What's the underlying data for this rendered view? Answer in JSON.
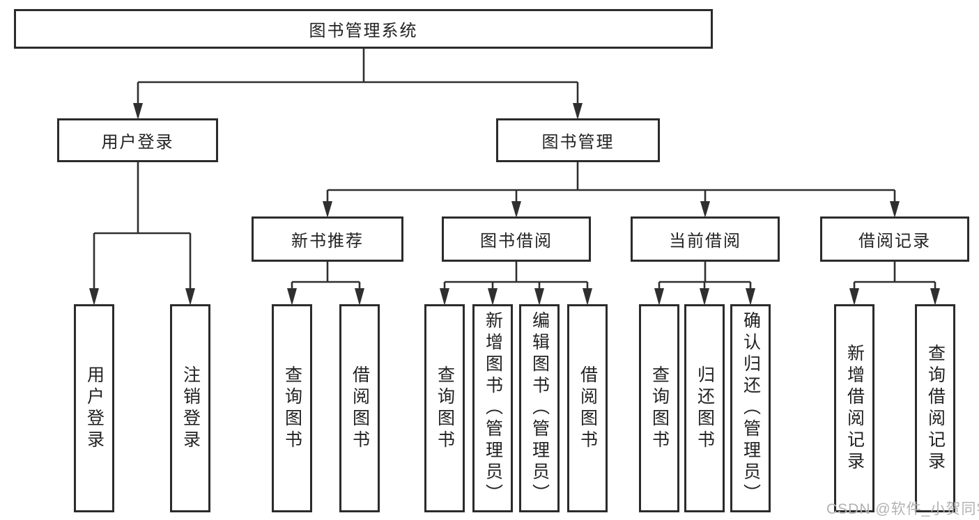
{
  "page": {
    "background": "#ffffff",
    "watermark": "CSDN @软件_小贺同学",
    "colors": {
      "line": "#2f2f2f",
      "box_border": "#2b2b2b",
      "box_fill": "#ffffff",
      "text": "#222222",
      "watermark": "#b2b2b2"
    }
  },
  "tree": {
    "label": "图书管理系统",
    "children": [
      {
        "label": "用户登录",
        "children": [
          {
            "label": "用户登录"
          },
          {
            "label": "注销登录"
          }
        ]
      },
      {
        "label": "图书管理",
        "children": [
          {
            "label": "新书推荐",
            "children": [
              {
                "label": "查询图书"
              },
              {
                "label": "借阅图书"
              }
            ]
          },
          {
            "label": "图书借阅",
            "children": [
              {
                "label": "查询图书"
              },
              {
                "label": "新增图书（管理员）"
              },
              {
                "label": "编辑图书（管理员）"
              },
              {
                "label": "借阅图书"
              }
            ]
          },
          {
            "label": "当前借阅",
            "children": [
              {
                "label": "查询图书"
              },
              {
                "label": "归还图书"
              },
              {
                "label": "确认归还（管理员）"
              }
            ]
          },
          {
            "label": "借阅记录",
            "children": [
              {
                "label": "新增借阅记录"
              },
              {
                "label": "查询借阅记录"
              }
            ]
          }
        ]
      }
    ]
  }
}
